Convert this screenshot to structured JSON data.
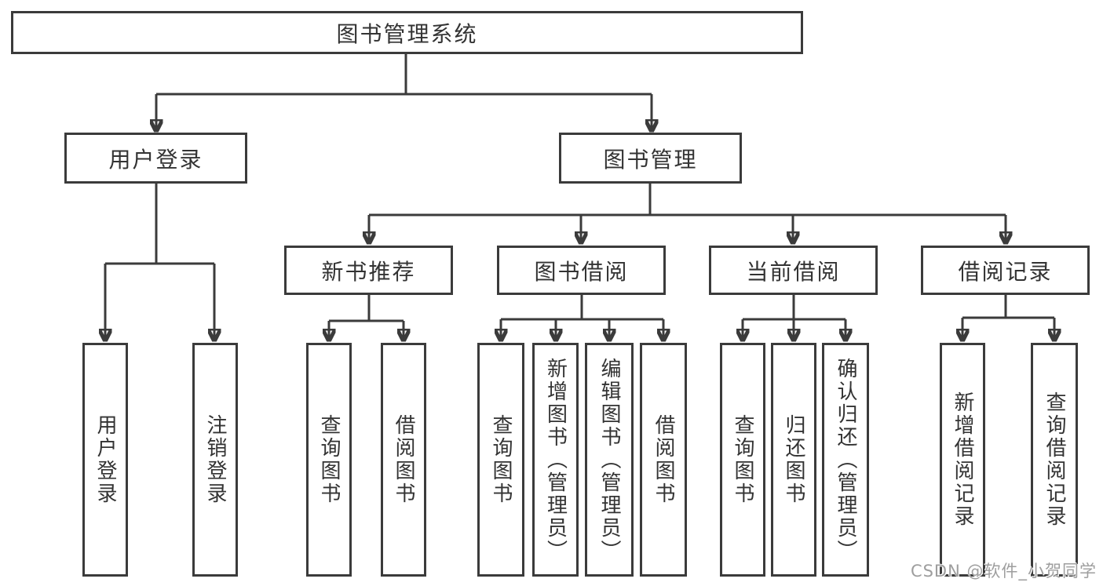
{
  "colors": {
    "line": "#3b3b3b",
    "box_border": "#3b3b3b",
    "box_fill": "#ffffff",
    "text": "#333333",
    "watermark": "#9e9e9e",
    "background": "#ffffff"
  },
  "tree": {
    "root": {
      "label": "图书管理系统",
      "children": [
        {
          "label": "用户登录",
          "children": [
            {
              "label": "用户登录"
            },
            {
              "label": "注销登录"
            }
          ]
        },
        {
          "label": "图书管理",
          "children": [
            {
              "label": "新书推荐",
              "children": [
                {
                  "label": "查询图书"
                },
                {
                  "label": "借阅图书"
                }
              ]
            },
            {
              "label": "图书借阅",
              "children": [
                {
                  "label": "查询图书"
                },
                {
                  "label": "新增图书（管理员）"
                },
                {
                  "label": "编辑图书（管理员）"
                },
                {
                  "label": "借阅图书"
                }
              ]
            },
            {
              "label": "当前借阅",
              "children": [
                {
                  "label": "查询图书"
                },
                {
                  "label": "归还图书"
                },
                {
                  "label": "确认归还（管理员）"
                }
              ]
            },
            {
              "label": "借阅记录",
              "children": [
                {
                  "label": "新增借阅记录"
                },
                {
                  "label": "查询借阅记录"
                }
              ]
            }
          ]
        }
      ]
    }
  },
  "watermark": {
    "text": "CSDN @软件_小贺同学"
  }
}
